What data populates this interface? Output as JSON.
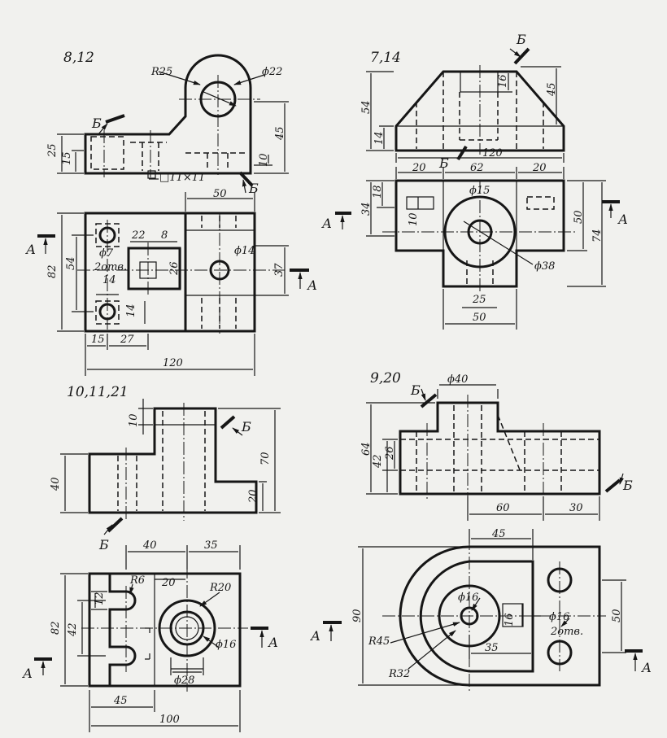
{
  "drawings": {
    "d1": {
      "number": "8,12",
      "labels": {
        "r25": "R25",
        "d22": "ϕ22",
        "b1": "Б",
        "b2": "Б",
        "d25": "25",
        "d15": "15",
        "sq": "□11×11",
        "d45": "45",
        "d10": "10",
        "d50": "50",
        "a1": "А",
        "a2": "А",
        "d82": "82",
        "d54": "54",
        "p7": "ϕ7",
        "holes": "2отв.",
        "d22b": "22",
        "d8": "8",
        "d26": "26",
        "p14": "ϕ14",
        "d37": "37",
        "d14a": "14",
        "d14b": "14",
        "d15b": "15",
        "d27": "27",
        "d120": "120"
      }
    },
    "d2": {
      "number": "7,14",
      "labels": {
        "b1": "Б",
        "b2": "Б",
        "d54": "54",
        "d14": "14",
        "d16": "16",
        "d45": "45",
        "d120": "120",
        "d20a": "20",
        "d62": "62",
        "d20b": "20",
        "d18": "18",
        "d34": "34",
        "d10": "10",
        "p15": "ϕ15",
        "d50": "50",
        "d74": "74",
        "a1": "А",
        "a2": "А",
        "p38": "ϕ38",
        "d25": "25",
        "d50b": "50"
      }
    },
    "d3": {
      "number": "10,11,21",
      "labels": {
        "d10": "10",
        "b1": "Б",
        "b2": "Б",
        "d40": "40",
        "d70": "70",
        "d20a": "20",
        "d40b": "40",
        "d35": "35",
        "r6": "R6",
        "d20b": "20",
        "r20": "R20",
        "d12": "12",
        "d82": "82",
        "d42": "42",
        "a1": "А",
        "a2": "А",
        "p16": "ϕ16",
        "p28": "ϕ28",
        "d45": "45",
        "d100": "100"
      }
    },
    "d4": {
      "number": "9,20",
      "labels": {
        "b1": "Б",
        "p40": "ϕ40",
        "d64": "64",
        "d42": "42",
        "d26": "26",
        "b2": "Б",
        "d60": "60",
        "d30": "30",
        "d45": "45",
        "d90": "90",
        "p16a": "ϕ16",
        "d16": "16",
        "p16b": "ϕ16",
        "holes": "2отв.",
        "d50": "50",
        "a1": "А",
        "a2": "А",
        "r45": "R45",
        "d35": "35",
        "r32": "R32"
      }
    }
  }
}
